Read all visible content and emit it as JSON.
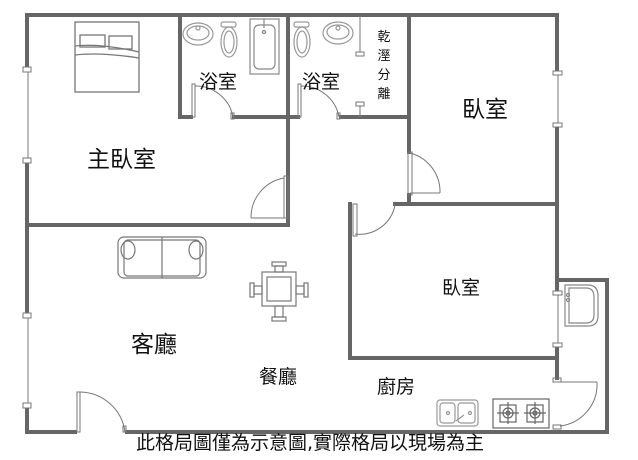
{
  "title": "平面格局圖",
  "rooms": {
    "master_bedroom": "主臥室",
    "bathroom_1": "浴室",
    "bathroom_2": "浴室",
    "dry_wet_separation": "乾溼分離",
    "bedroom_1": "臥室",
    "bedroom_2": "臥室",
    "living_room": "客廳",
    "dining_room": "餐廳",
    "kitchen": "廚房"
  },
  "disclaimer": "此格局圖僅為示意圖,實際格局以現場為主",
  "colors": {
    "wall": "#666666",
    "fixture": "#888888",
    "text": "#111111",
    "background": "#ffffff"
  },
  "fixtures": [
    "bed-icon",
    "sink-icon",
    "toilet-icon",
    "bathtub-icon",
    "sofa-icon",
    "dining-table-icon",
    "washing-machine-icon",
    "kitchen-sink-icon",
    "gas-stove-icon"
  ]
}
